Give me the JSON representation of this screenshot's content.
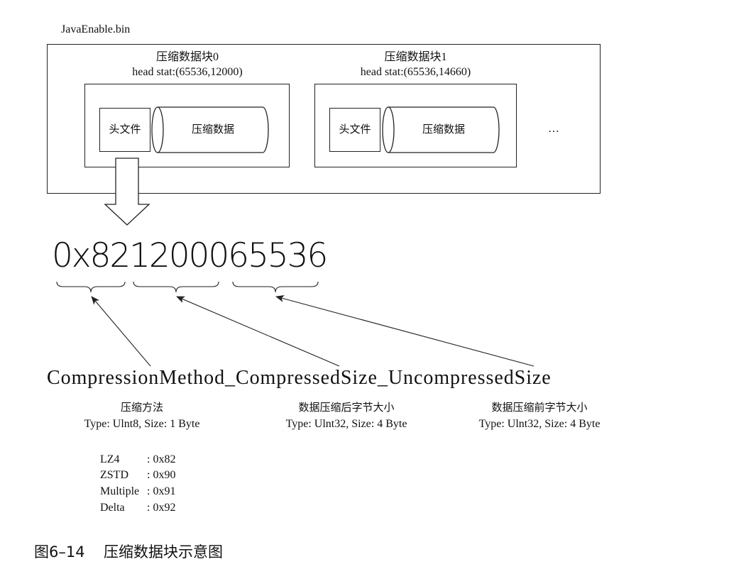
{
  "file_name": "JavaEnable.bin",
  "blocks": [
    {
      "title": "压缩数据块0",
      "head_stat": "head stat:(65536,12000)",
      "header_label": "头文件",
      "data_label": "压缩数据"
    },
    {
      "title": "压缩数据块1",
      "head_stat": "head stat:(65536,14660)",
      "header_label": "头文件",
      "data_label": "压缩数据"
    }
  ],
  "ellipsis": "…",
  "hex_value": "0x821200065536",
  "format_string": "CompressionMethod_CompressedSize_UncompressedSize",
  "fields": [
    {
      "name": "压缩方法",
      "type": "Type: Ulnt8, Size: 1 Byte"
    },
    {
      "name": "数据压缩后字节大小",
      "type": "Type: Ulnt32, Size: 4 Byte"
    },
    {
      "name": "数据压缩前字节大小",
      "type": "Type: Ulnt32, Size: 4 Byte"
    }
  ],
  "methods": [
    {
      "name": "LZ4",
      "code": ": 0x82"
    },
    {
      "name": "ZSTD",
      "code": ": 0x90"
    },
    {
      "name": "Multiple",
      "code": ": 0x91"
    },
    {
      "name": "Delta",
      "code": ": 0x92"
    }
  ],
  "caption": {
    "number": "图6–14",
    "text": "压缩数据块示意图"
  }
}
